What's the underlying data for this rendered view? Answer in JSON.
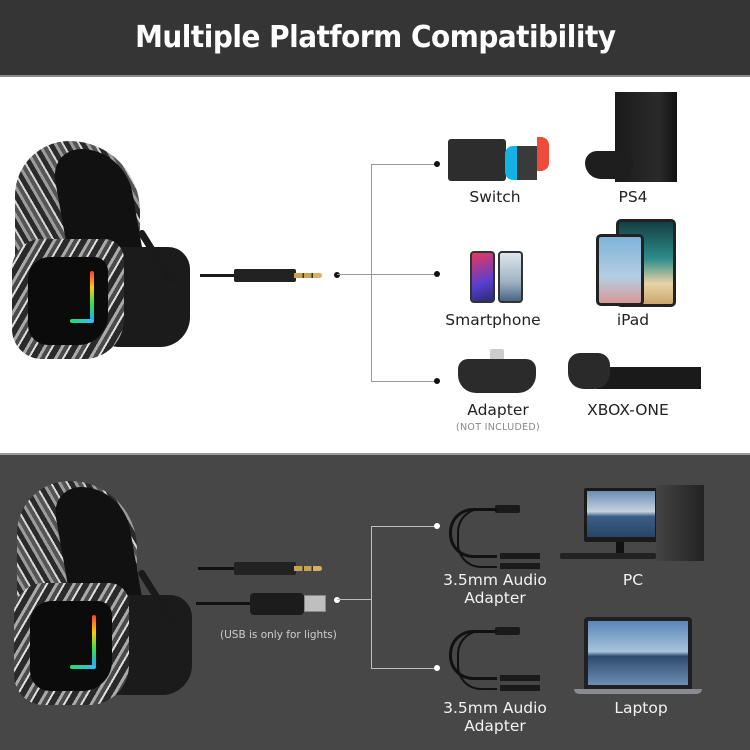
{
  "title": "Multiple Platform Compatibility",
  "top_section": {
    "connector": "3.5mm 4-pole audio jack",
    "devices": [
      {
        "id": "switch",
        "label": "Switch"
      },
      {
        "id": "ps4",
        "label": "PS4"
      },
      {
        "id": "smartphone",
        "label": "Smartphone"
      },
      {
        "id": "ipad",
        "label": "iPad"
      },
      {
        "id": "adapter",
        "label": "Adapter",
        "note": "(NOT INCLUDED)"
      },
      {
        "id": "xbox-one",
        "label": "XBOX-ONE"
      }
    ]
  },
  "bottom_section": {
    "usb_note": "(USB is only for lights)",
    "devices": [
      {
        "id": "audio-adapter-1",
        "label_line1": "3.5mm Audio",
        "label_line2": "Adapter"
      },
      {
        "id": "pc",
        "label": "PC"
      },
      {
        "id": "audio-adapter-2",
        "label_line1": "3.5mm Audio",
        "label_line2": "Adapter"
      },
      {
        "id": "laptop",
        "label": "Laptop"
      }
    ]
  },
  "colors": {
    "title_bg": "#353535",
    "bottom_bg": "#474747",
    "led_gradient": [
      "#ff3a3a",
      "#ffcc00",
      "#33dd55",
      "#22aaff"
    ]
  }
}
